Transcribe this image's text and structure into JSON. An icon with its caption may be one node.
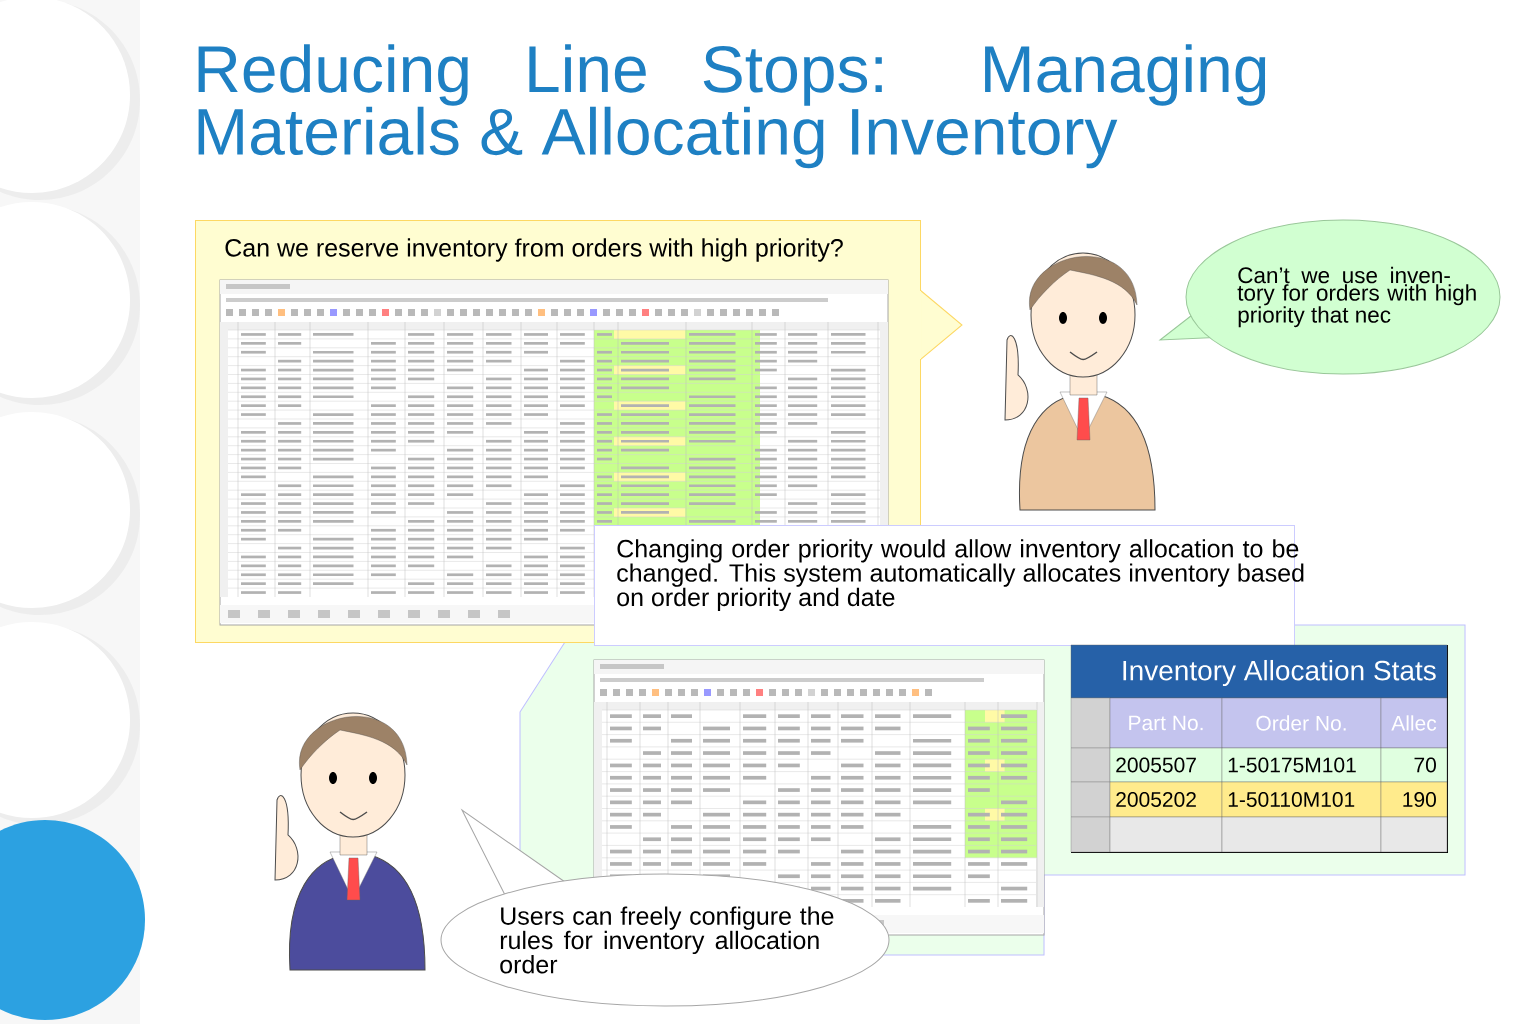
{
  "diagram": {
    "title": "Reducing Line Stops: Managing Materials & Allocating Inventory",
    "nodes": [
      {
        "text": [
          "Can we reserve inventory from orders with high priority?"
        ]
      },
      {
        "text": [
          "Can’t we use inven- tory for orders with high priority that nec"
        ]
      },
      {
        "text": [
          "Changing order priority would allow inventory allocation to be changed. This system automatically allocates inventory based on order priority and date"
        ]
      },
      {
        "text": [
          "Inventory Allocation Stats"
        ]
      },
      {
        "text": [
          "Users can freely configure the rules for inventory allocation order"
        ]
      }
    ],
    "labels": [
      "Part No.",
      "Order No.",
      "Allec",
      "2005507",
      "1-50175M101",
      "70",
      "2005202",
      "1-50110M101",
      "190"
    ]
  }
}
